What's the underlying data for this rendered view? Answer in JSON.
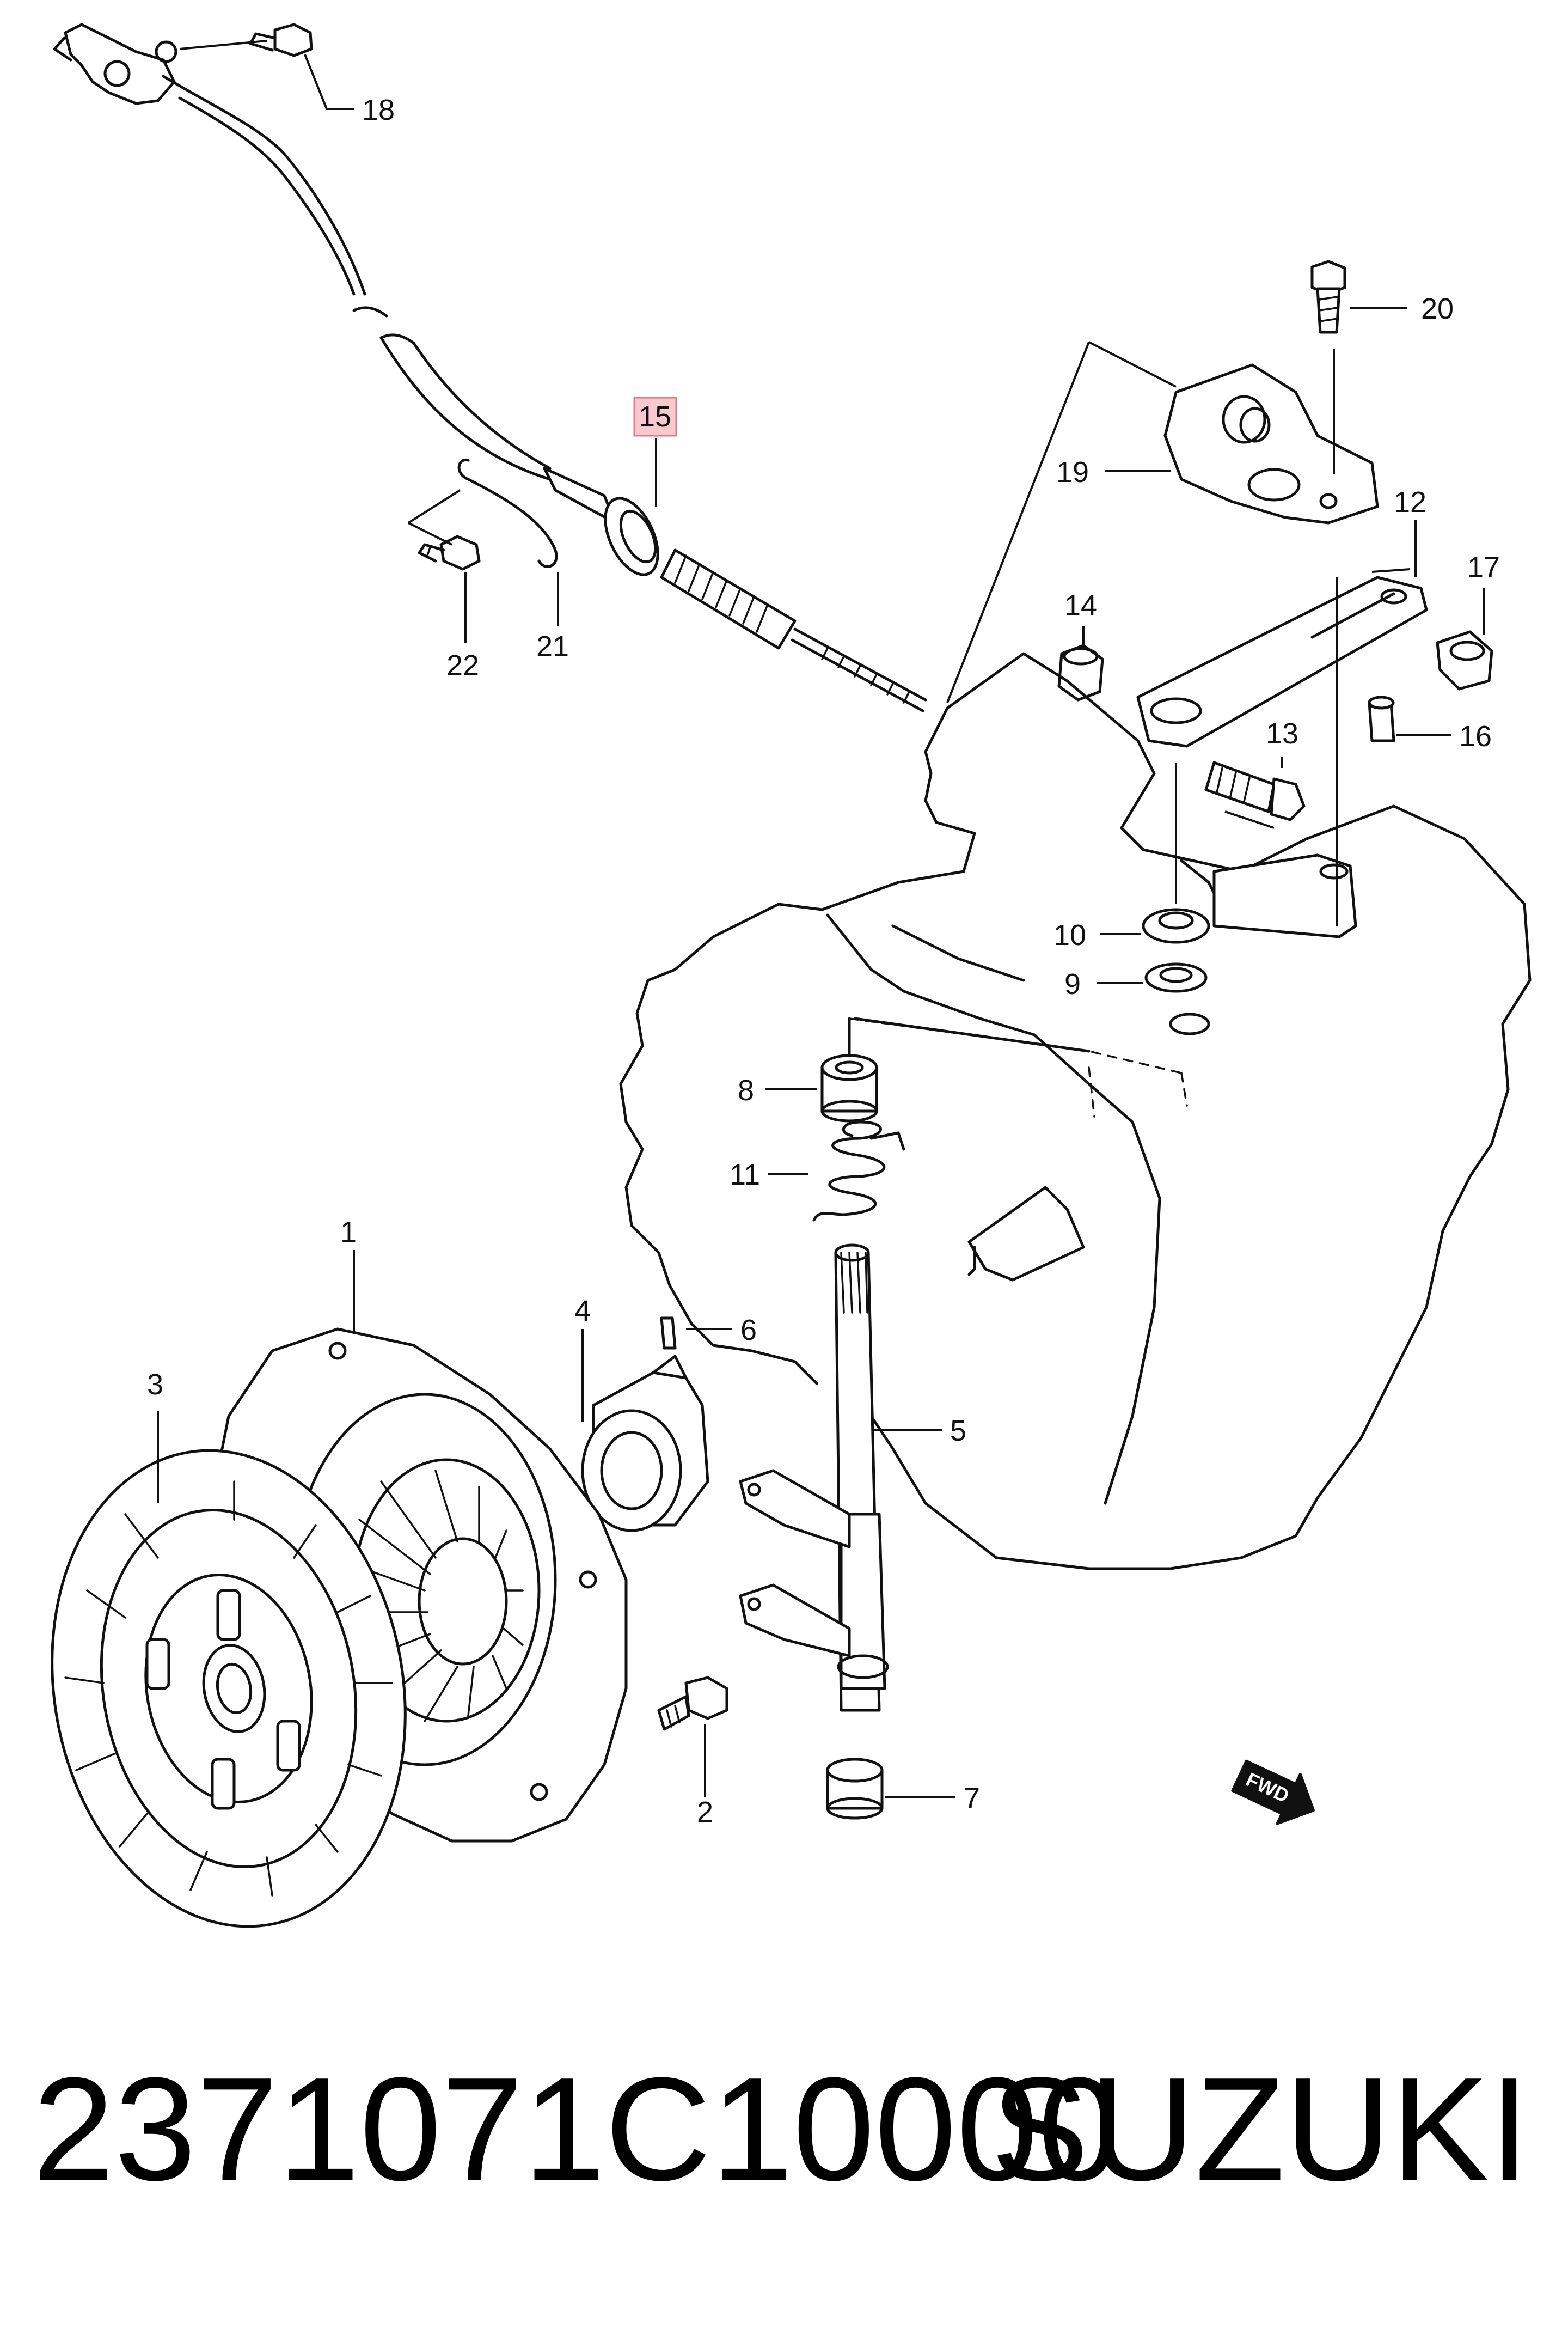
{
  "callouts": {
    "c1": "1",
    "c2": "2",
    "c3": "3",
    "c4": "4",
    "c5": "5",
    "c6": "6",
    "c7": "7",
    "c8": "8",
    "c9": "9",
    "c10": "10",
    "c11": "11",
    "c12": "12",
    "c13": "13",
    "c14": "14",
    "c15": "15",
    "c16": "16",
    "c17": "17",
    "c18": "18",
    "c19": "19",
    "c20": "20",
    "c21": "21",
    "c22": "22"
  },
  "highlighted_callout": "15",
  "direction_marker": "FWD",
  "part_number": "2371071C10000",
  "brand": "SUZUKI",
  "colors": {
    "highlight_fill": "#f7c9cf",
    "highlight_stroke": "#e07a86",
    "ink": "#111111"
  }
}
